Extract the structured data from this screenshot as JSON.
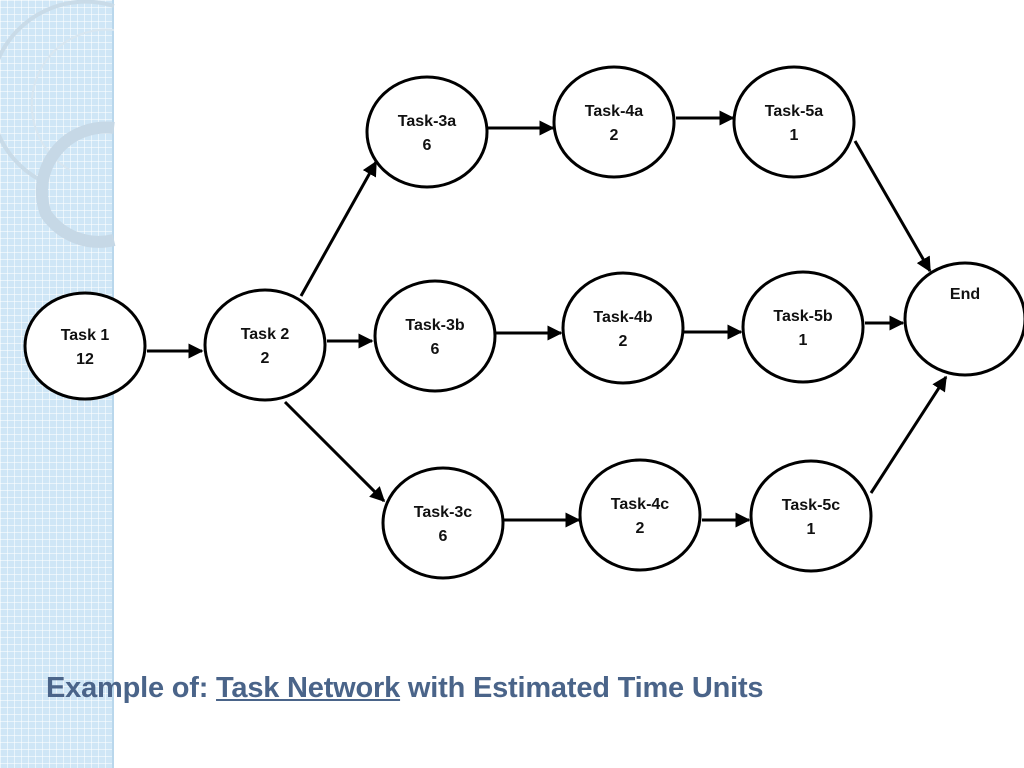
{
  "slide": {
    "title_prefix": "Example of:",
    "title_link": "Task Network",
    "title_suffix": "with Estimated Time Units"
  },
  "colors": {
    "title": "#4a6489",
    "strip": "#cfe6f6",
    "node_stroke": "#000000",
    "edge": "#000000"
  },
  "nodes": [
    {
      "id": "task1",
      "name": "Task 1",
      "value": "12"
    },
    {
      "id": "task2",
      "name": "Task 2",
      "value": "2"
    },
    {
      "id": "task3a",
      "name": "Task-3a",
      "value": "6"
    },
    {
      "id": "task3b",
      "name": "Task-3b",
      "value": "6"
    },
    {
      "id": "task3c",
      "name": "Task-3c",
      "value": "6"
    },
    {
      "id": "task4a",
      "name": "Task-4a",
      "value": "2"
    },
    {
      "id": "task4b",
      "name": "Task-4b",
      "value": "2"
    },
    {
      "id": "task4c",
      "name": "Task-4c",
      "value": "2"
    },
    {
      "id": "task5a",
      "name": "Task-5a",
      "value": "1"
    },
    {
      "id": "task5b",
      "name": "Task-5b",
      "value": "1"
    },
    {
      "id": "task5c",
      "name": "Task-5c",
      "value": "1"
    },
    {
      "id": "end",
      "name": "End",
      "value": ""
    }
  ],
  "edges": [
    {
      "from": "task1",
      "to": "task2"
    },
    {
      "from": "task2",
      "to": "task3a"
    },
    {
      "from": "task2",
      "to": "task3b"
    },
    {
      "from": "task2",
      "to": "task3c"
    },
    {
      "from": "task3a",
      "to": "task4a"
    },
    {
      "from": "task3b",
      "to": "task4b"
    },
    {
      "from": "task3c",
      "to": "task4c"
    },
    {
      "from": "task4a",
      "to": "task5a"
    },
    {
      "from": "task4b",
      "to": "task5b"
    },
    {
      "from": "task4c",
      "to": "task5c"
    },
    {
      "from": "task5a",
      "to": "end"
    },
    {
      "from": "task5b",
      "to": "end"
    },
    {
      "from": "task5c",
      "to": "end"
    }
  ]
}
